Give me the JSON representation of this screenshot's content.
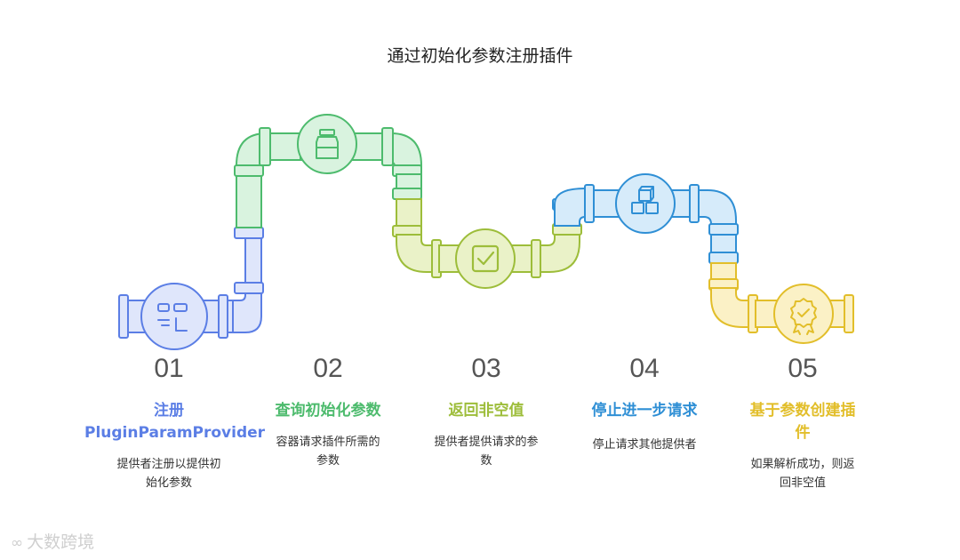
{
  "title": "通过初始化参数注册插件",
  "colors": {
    "blue": "#5b7ee5",
    "green": "#4dbb6d",
    "lime": "#9dbd3a",
    "sky": "#2f8fd5",
    "yellow": "#e2be2a"
  },
  "steps": [
    {
      "number": "01",
      "title_line1": "注册",
      "title_line2": "PluginParamProvider",
      "description_line1": "提供者注册以提供初",
      "description_line2": "始化参数",
      "icon": "plugin-registration-icon"
    },
    {
      "number": "02",
      "title_line1": "查询初始化参数",
      "description_line1": "容器请求插件所需的",
      "description_line2": "参数",
      "icon": "bottle-icon"
    },
    {
      "number": "03",
      "title_line1": "返回非空值",
      "description_line1": "提供者提供请求的参",
      "description_line2": "数",
      "icon": "checkbox-icon"
    },
    {
      "number": "04",
      "title_line1": "停止进一步请求",
      "description_line1": "停止请求其他提供者",
      "icon": "cubes-icon"
    },
    {
      "number": "05",
      "title_line1": "基于参数创建插",
      "title_line2": "件",
      "description_line1": "如果解析成功，则返",
      "description_line2": "回非空值",
      "icon": "award-badge-icon"
    }
  ],
  "watermark": "大数跨境"
}
